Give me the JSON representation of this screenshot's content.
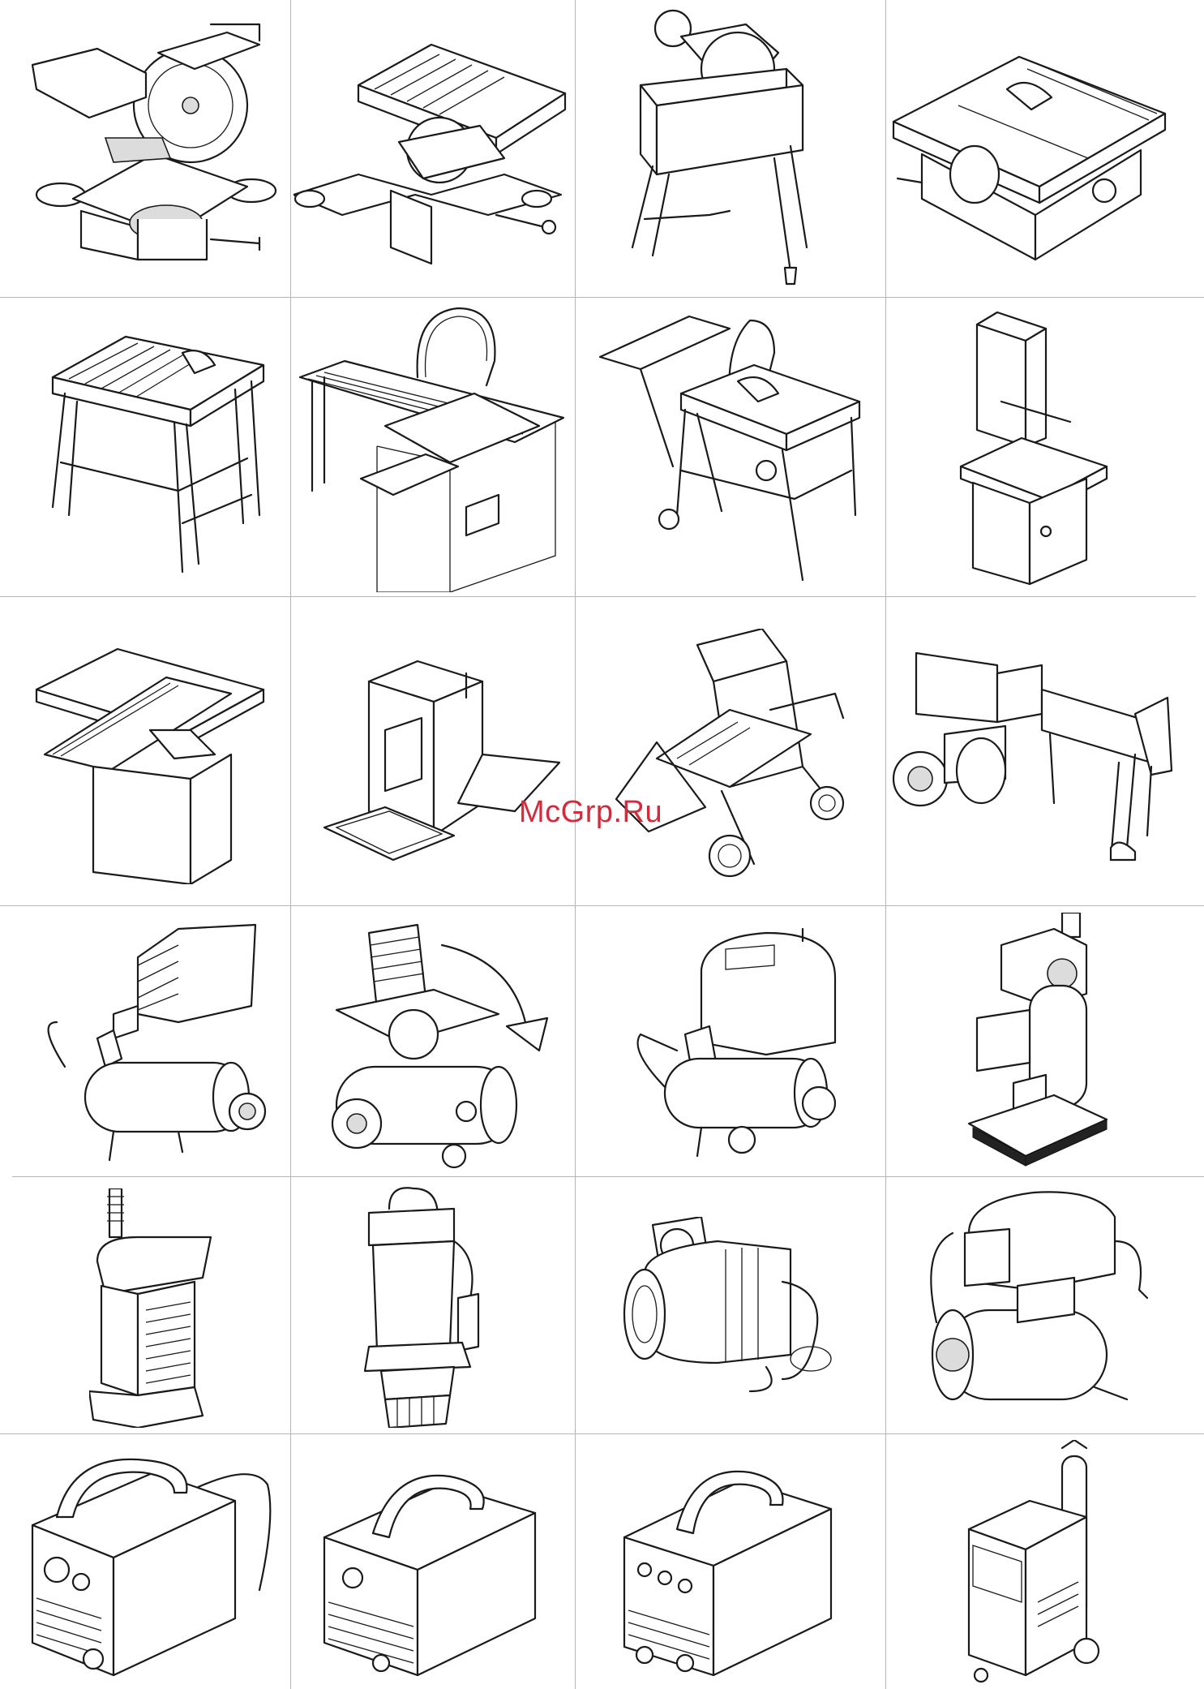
{
  "page": {
    "watermark": "McGrp.Ru",
    "rows": [
      [
        "mitre-saw-slide",
        "table-mitre-saw",
        "mitre-saw-stand",
        "table-saw-benchtop"
      ],
      [
        "table-saw-stand",
        "sliding-table-saw",
        "site-saw-wheeled",
        "band-saw"
      ],
      [
        "planer-jointer",
        "thickness-planer",
        "log-saw-cradle",
        "log-splitter"
      ],
      [
        "compressor-oil-free",
        "compressor-belt",
        "compressor-silent",
        "compressor-vertical"
      ],
      [
        "submersible-pump-clean",
        "submersible-pump-dirty",
        "garden-pump",
        "pressure-booster"
      ],
      [
        "welder-inverter-1",
        "welder-inverter-2",
        "welder-tig",
        "welder-mig"
      ]
    ]
  },
  "colors": {
    "watermark": "#d8293a",
    "line": "#1a1a1a",
    "grid": "#b5b5b5"
  }
}
